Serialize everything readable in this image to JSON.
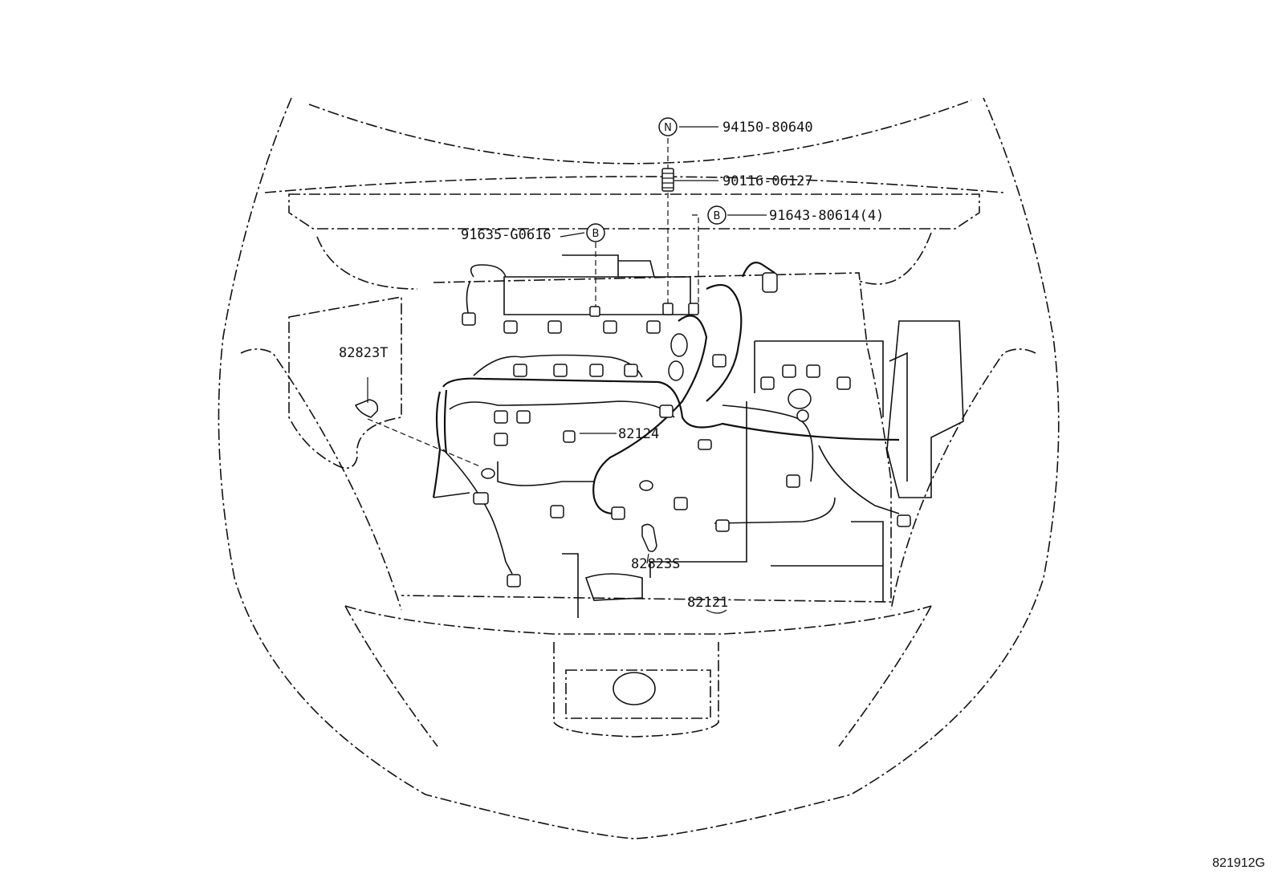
{
  "diagram": {
    "reference_code": "821912G",
    "markers": {
      "n": "N",
      "b": "B"
    },
    "parts": {
      "nut": "94150-80640",
      "stud": "90116-06127",
      "bolt_a": "91643-80614(4)",
      "bolt_b": "91635-G0616",
      "clamp_t": "82823T",
      "wire_82124": "82124",
      "clamp_s": "82823S",
      "wire_82121": "82121"
    }
  }
}
